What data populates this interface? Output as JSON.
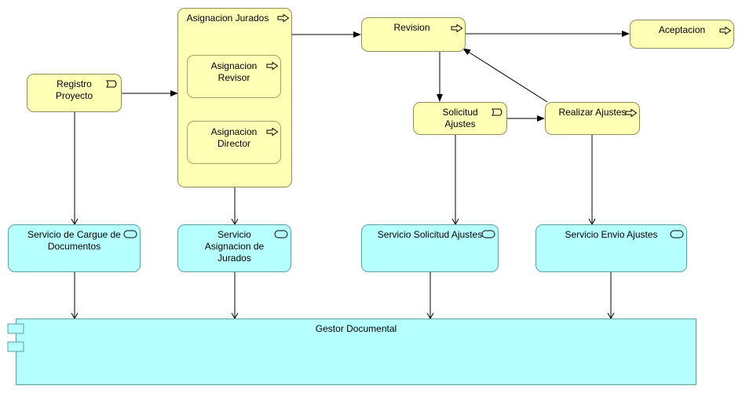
{
  "processes": {
    "registro": "Registro\nProyecto",
    "asignacion_jurados": "Asignacion Jurados",
    "asignacion_revisor": "Asignacion\nRevisor",
    "asignacion_director": "Asignacion\nDirector",
    "revision": "Revision",
    "aceptacion": "Aceptacion",
    "solicitud_ajustes": "Solicitud\nAjustes",
    "realizar_ajustes": "Realizar Ajustes"
  },
  "services": {
    "cargue": "Servicio de Cargue de\nDocumentos",
    "asignacion": "Servicio\nAsignacion de\nJurados",
    "solicitud": "Servicio Solicitud Ajustes",
    "envio": "Servicio Envio Ajustes"
  },
  "component": {
    "gestor": "Gestor Documental"
  },
  "colors": {
    "process_fill": "#ffffb5",
    "service_fill": "#b5ffff"
  },
  "icons": {
    "process": "arrow-right-icon",
    "event": "event-icon",
    "service": "service-icon",
    "component": "component-icon"
  }
}
